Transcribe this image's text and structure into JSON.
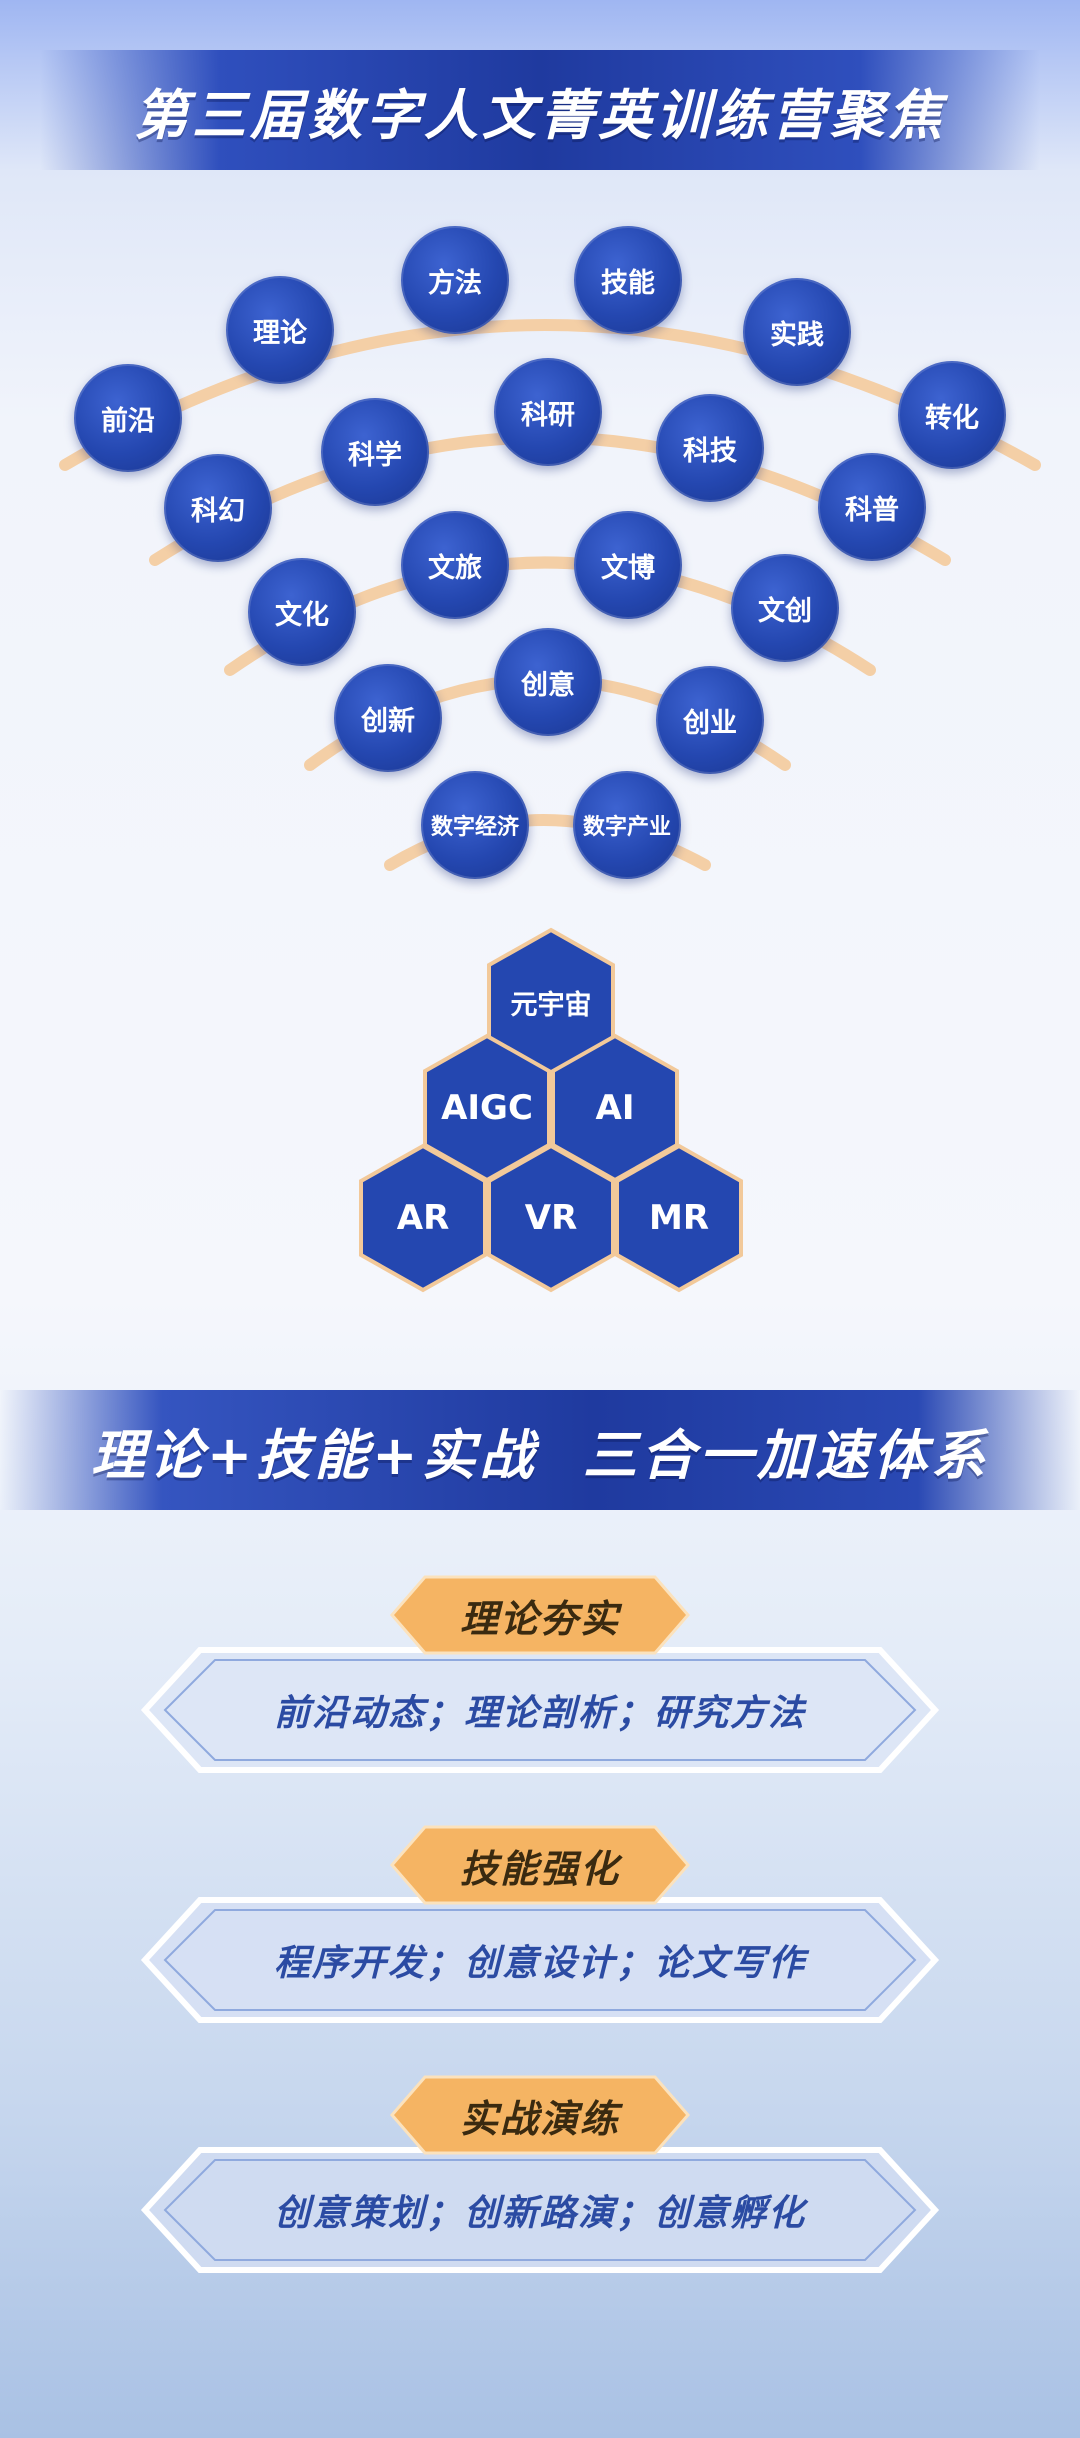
{
  "banner1": {
    "title": "第三届数字人文菁英训练营聚焦"
  },
  "arcs": {
    "row1": [
      "前沿",
      "理论",
      "方法",
      "技能",
      "实践",
      "转化"
    ],
    "row2": [
      "科幻",
      "科学",
      "科研",
      "科技",
      "科普"
    ],
    "row3": [
      "文化",
      "文旅",
      "文博",
      "文创"
    ],
    "row4": [
      "创新",
      "创意",
      "创业"
    ],
    "row5": [
      "数字经济",
      "数字产业"
    ]
  },
  "hexes": {
    "top": "元宇宙",
    "mid_left": "AIGC",
    "mid_right": "AI",
    "bottom_left": "AR",
    "bottom_mid": "VR",
    "bottom_right": "MR"
  },
  "banner2": {
    "title": "理论+技能+实战  三合一加速体系"
  },
  "panels": [
    {
      "tag": "理论夯实",
      "body": "前沿动态；理论剖析；研究方法"
    },
    {
      "tag": "技能强化",
      "body": "程序开发；创意设计；论文写作"
    },
    {
      "tag": "实战演练",
      "body": "创意策划；创新路演；创意孵化"
    }
  ],
  "colors": {
    "primary": "#2447b0",
    "accent": "#f5b463",
    "arc": "#f4cfa6",
    "panel_text": "#2b4ba3"
  }
}
